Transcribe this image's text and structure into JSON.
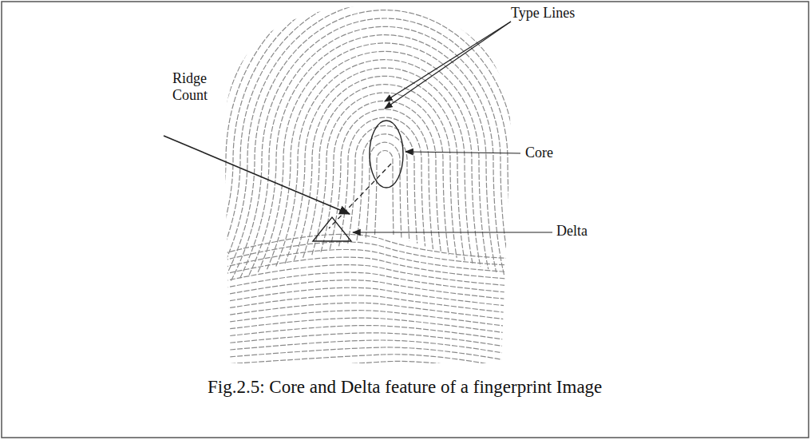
{
  "diagram": {
    "caption": "Fig.2.5: Core and Delta feature of a fingerprint Image",
    "labels": [
      "Type Lines",
      "Ridge Count",
      "Core",
      "Delta"
    ]
  }
}
